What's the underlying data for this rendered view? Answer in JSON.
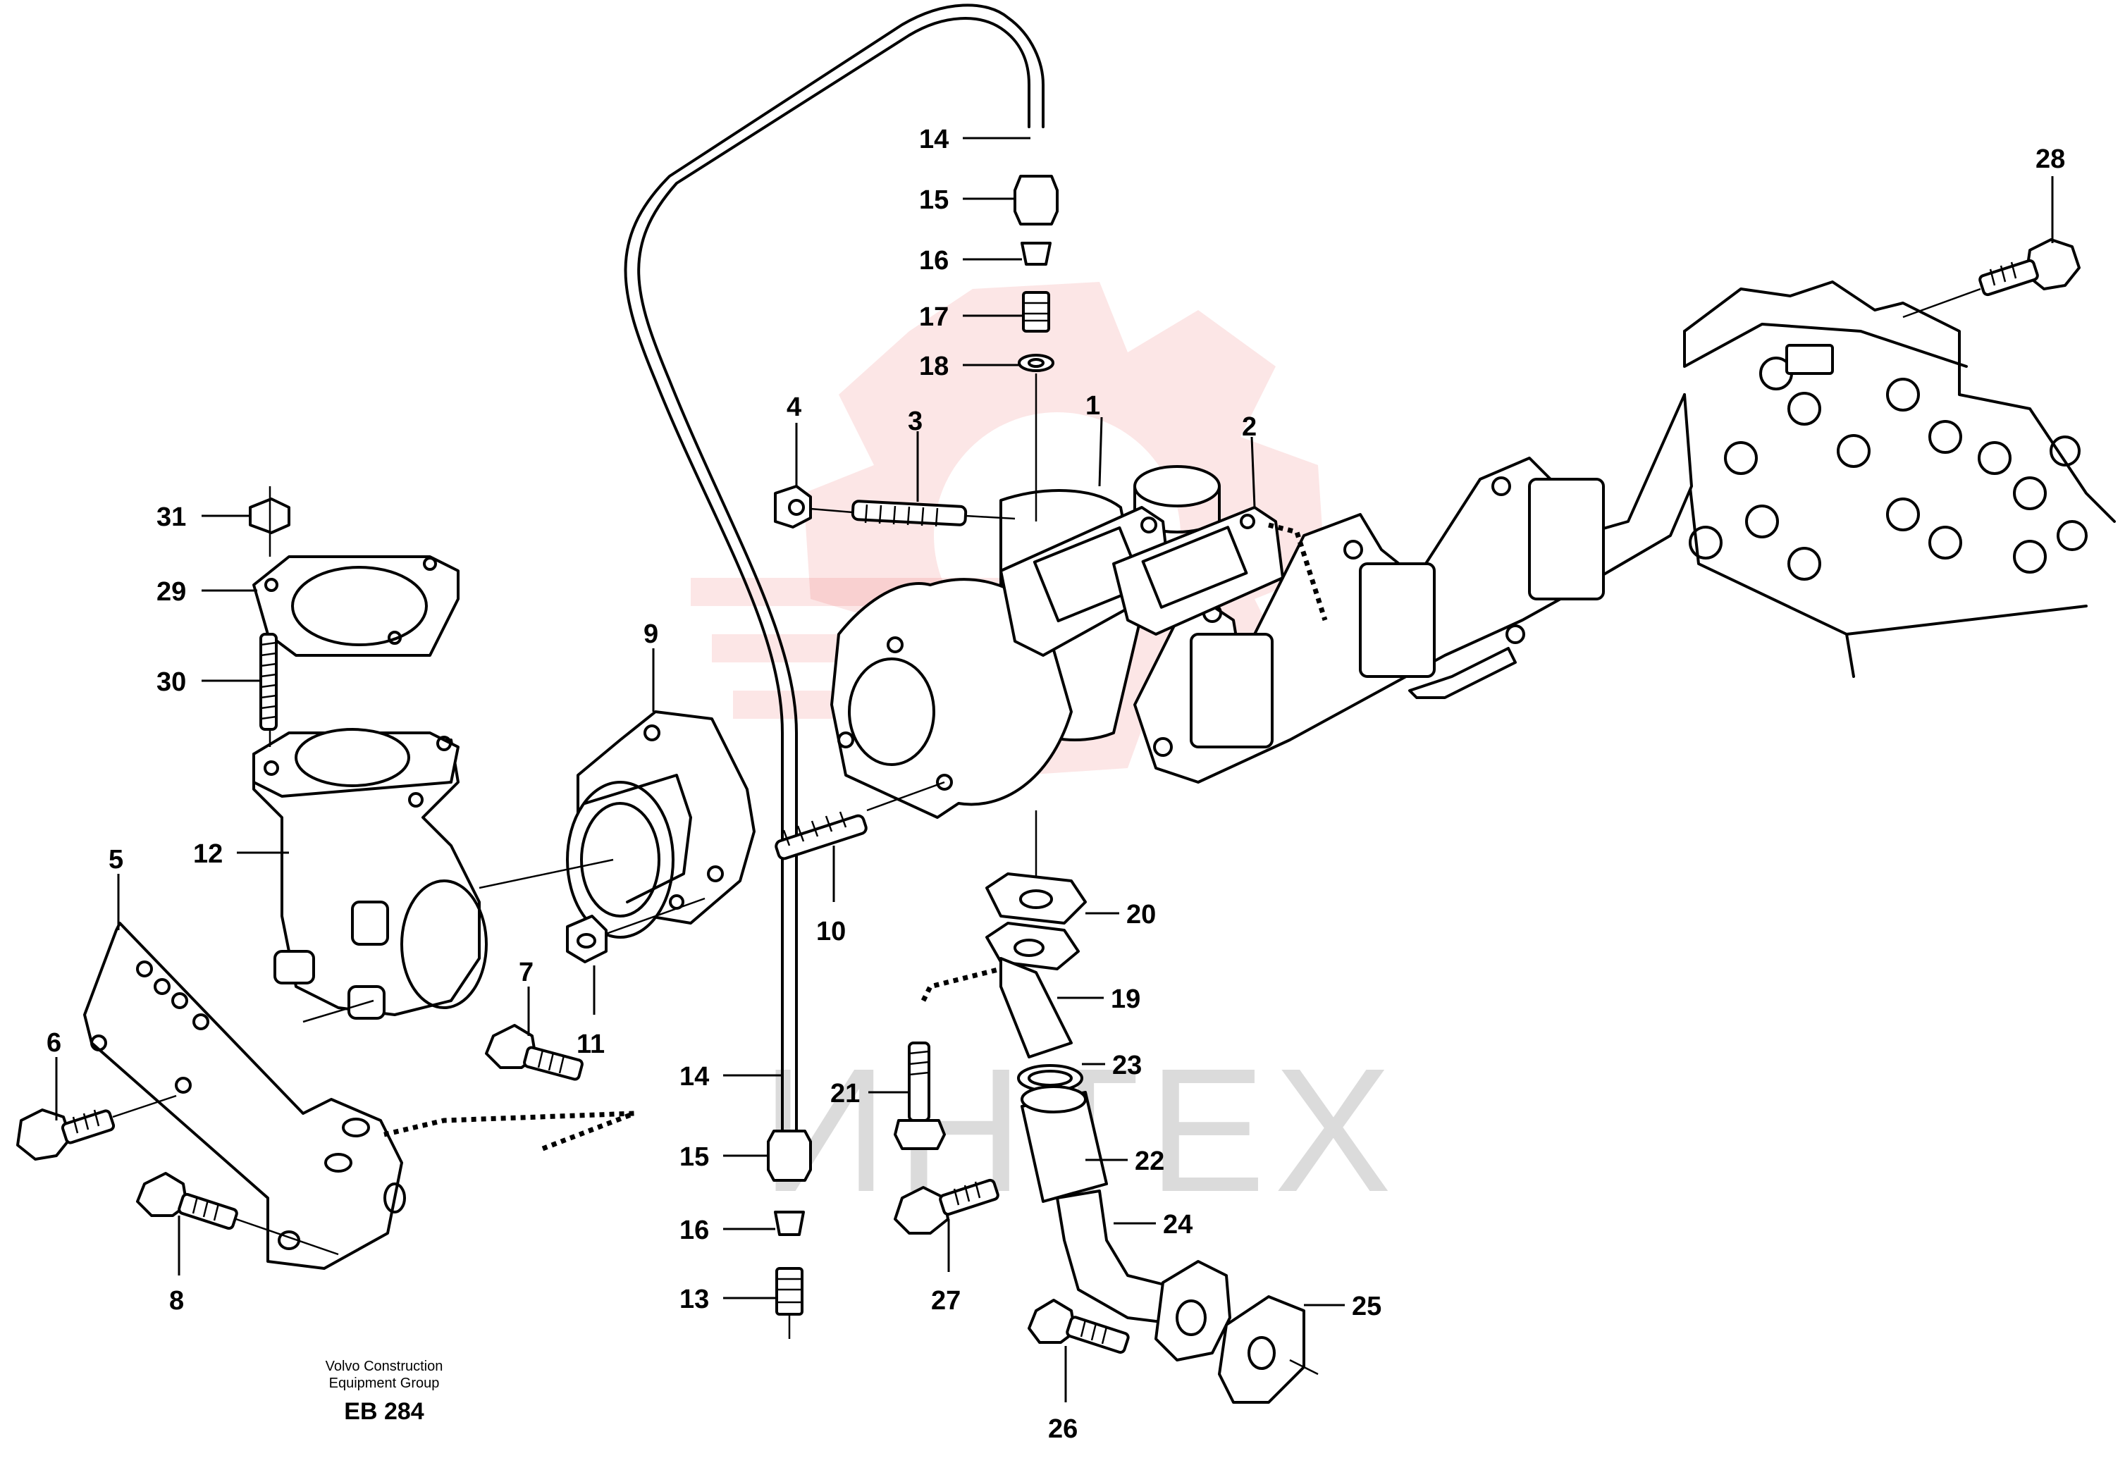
{
  "callouts": [
    {
      "num": "1"
    },
    {
      "num": "2"
    },
    {
      "num": "3"
    },
    {
      "num": "4"
    },
    {
      "num": "5"
    },
    {
      "num": "6"
    },
    {
      "num": "7"
    },
    {
      "num": "8"
    },
    {
      "num": "9"
    },
    {
      "num": "10"
    },
    {
      "num": "11"
    },
    {
      "num": "12"
    },
    {
      "num": "13"
    },
    {
      "num": "14"
    },
    {
      "num": "14"
    },
    {
      "num": "15"
    },
    {
      "num": "15"
    },
    {
      "num": "16"
    },
    {
      "num": "16"
    },
    {
      "num": "17"
    },
    {
      "num": "18"
    },
    {
      "num": "19"
    },
    {
      "num": "20"
    },
    {
      "num": "21"
    },
    {
      "num": "22"
    },
    {
      "num": "23"
    },
    {
      "num": "24"
    },
    {
      "num": "25"
    },
    {
      "num": "26"
    },
    {
      "num": "27"
    },
    {
      "num": "28"
    },
    {
      "num": "29"
    },
    {
      "num": "30"
    },
    {
      "num": "31"
    }
  ],
  "watermark": {
    "text": "ИНТЕХ",
    "color": "#e63a3a"
  },
  "footer": {
    "line1": "Volvo Construction",
    "line2": "Equipment Group",
    "code": "EB 284"
  }
}
